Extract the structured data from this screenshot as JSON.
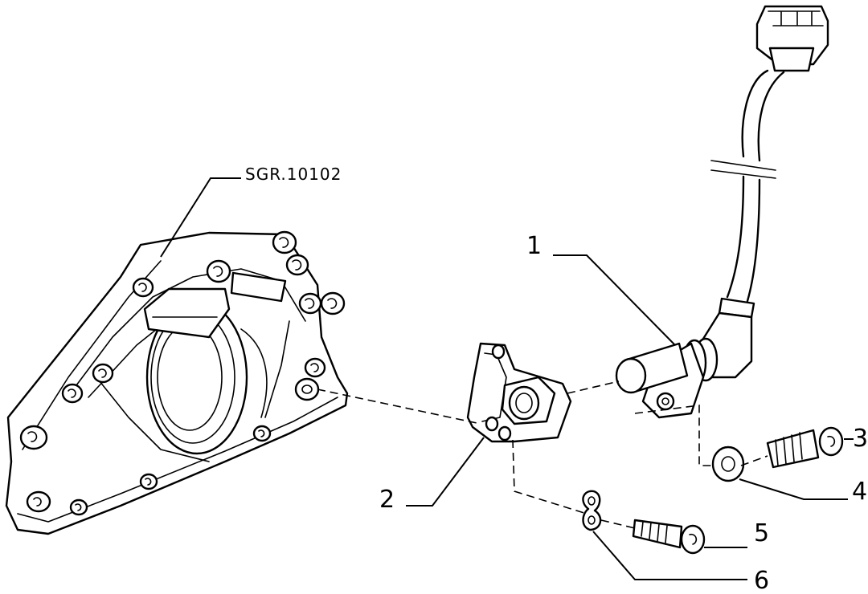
{
  "diagram": {
    "reference_code": "SGR.10102",
    "callouts": [
      "1",
      "2",
      "3",
      "4",
      "5",
      "6"
    ]
  }
}
